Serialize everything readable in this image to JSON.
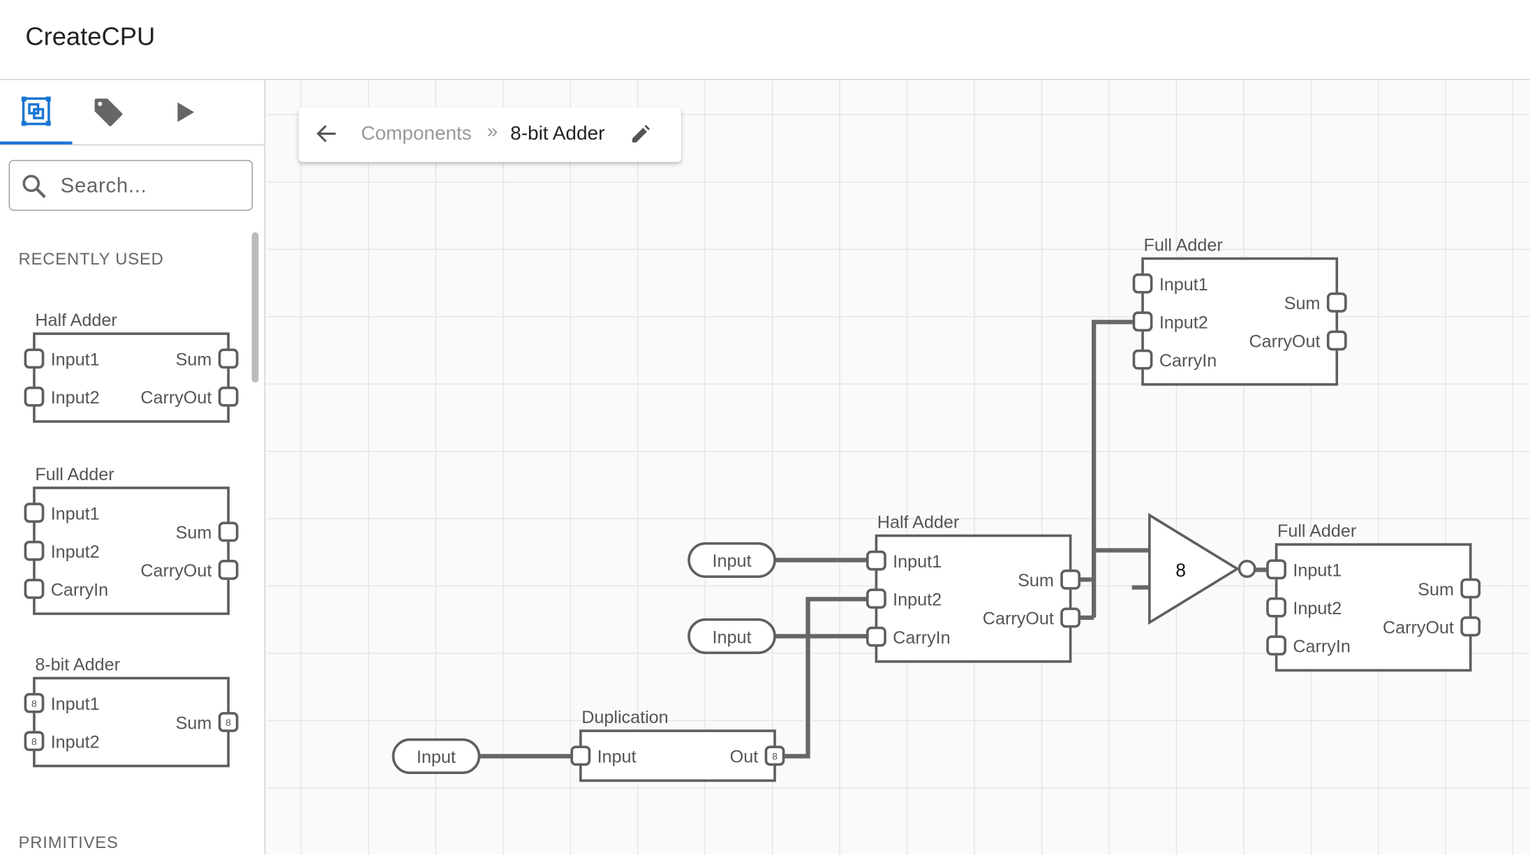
{
  "header": {
    "title": "CreateCPU"
  },
  "sidebar": {
    "tabs": [
      {
        "icon": "components-icon",
        "active": true
      },
      {
        "icon": "tag-icon",
        "active": false
      },
      {
        "icon": "play-icon",
        "active": false
      }
    ],
    "accent_color": "#1976d2",
    "search": {
      "placeholder": "Search...",
      "value": ""
    },
    "recently_used_heading": "RECENTLY USED",
    "primitives_heading": "PRIMITIVES",
    "recently_used": [
      {
        "title": "Half Adder",
        "inputs": [
          {
            "label": "Input1"
          },
          {
            "label": "Input2"
          }
        ],
        "outputs": [
          {
            "label": "Sum"
          },
          {
            "label": "CarryOut"
          }
        ]
      },
      {
        "title": "Full Adder",
        "inputs": [
          {
            "label": "Input1"
          },
          {
            "label": "Input2"
          },
          {
            "label": "CarryIn"
          }
        ],
        "outputs": [
          {
            "label": "Sum"
          },
          {
            "label": "CarryOut"
          }
        ]
      },
      {
        "title": "8-bit Adder",
        "inputs": [
          {
            "label": "Input1",
            "bits": "8"
          },
          {
            "label": "Input2",
            "bits": "8"
          }
        ],
        "outputs": [
          {
            "label": "Sum",
            "bits": "8"
          }
        ]
      }
    ]
  },
  "breadcrumb": {
    "parent": "Components",
    "separator": "»",
    "current": "8-bit Adder"
  },
  "canvas": {
    "nodes": [
      {
        "title": "Full Adder",
        "inputs": [
          {
            "label": "Input1"
          },
          {
            "label": "Input2"
          },
          {
            "label": "CarryIn"
          }
        ],
        "outputs": [
          {
            "label": "Sum"
          },
          {
            "label": "CarryOut"
          }
        ]
      },
      {
        "title": "Half Adder",
        "inputs": [
          {
            "label": "Input1"
          },
          {
            "label": "Input2"
          },
          {
            "label": "CarryIn"
          }
        ],
        "outputs": [
          {
            "label": "Sum"
          },
          {
            "label": "CarryOut"
          }
        ]
      },
      {
        "title": "Full Adder",
        "inputs": [
          {
            "label": "Input1"
          },
          {
            "label": "Input2"
          },
          {
            "label": "CarryIn"
          }
        ],
        "outputs": [
          {
            "label": "Sum"
          },
          {
            "label": "CarryOut"
          }
        ]
      },
      {
        "title": "Duplication",
        "inputs": [
          {
            "label": "Input"
          }
        ],
        "outputs": [
          {
            "label": "Out",
            "bits": "8"
          }
        ]
      }
    ],
    "input_pins": [
      {
        "label": "Input"
      },
      {
        "label": "Input"
      },
      {
        "label": "Input"
      }
    ],
    "buffer": {
      "label": "8",
      "inverted_output": true
    }
  }
}
